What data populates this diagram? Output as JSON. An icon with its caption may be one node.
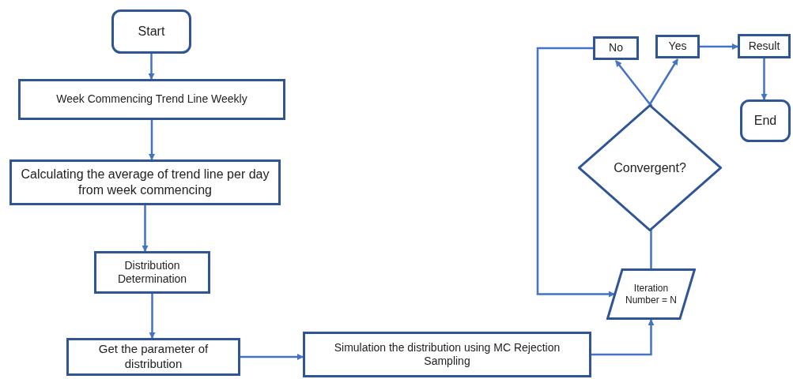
{
  "diagram": {
    "nodes": [
      {
        "text": [
          "Start"
        ]
      },
      {
        "text": [
          "Week Commencing Trend Line Weekly"
        ]
      },
      {
        "text": [
          "Calculating the average of trend line per day from week commencing"
        ]
      },
      {
        "text": [
          "Distribution Determination"
        ]
      },
      {
        "text": [
          "Get the parameter of distribution"
        ]
      },
      {
        "text": [
          "Simulation the distribution using MC Rejection Sampling"
        ]
      },
      {
        "text": [
          "Iteration Number = N"
        ]
      },
      {
        "text": [
          "Convergent?"
        ]
      },
      {
        "text": [
          "No"
        ]
      },
      {
        "text": [
          "Yes"
        ]
      },
      {
        "text": [
          "Result"
        ]
      },
      {
        "text": [
          "End"
        ]
      }
    ],
    "edges": [
      {
        "from": 0,
        "to": 1,
        "arrow": "to"
      },
      {
        "from": 1,
        "to": 2,
        "arrow": "to"
      },
      {
        "from": 2,
        "to": 3,
        "arrow": "to"
      },
      {
        "from": 3,
        "to": 4,
        "arrow": "to"
      },
      {
        "from": 4,
        "to": 5,
        "arrow": "to"
      },
      {
        "from": 5,
        "to": 6,
        "arrow": "to"
      },
      {
        "from": 6,
        "to": 7,
        "arrow": "to"
      },
      {
        "from": 7,
        "to": 8,
        "arrow": "to"
      },
      {
        "from": 7,
        "to": 9,
        "arrow": "to"
      },
      {
        "from": 9,
        "to": 10,
        "arrow": "to"
      },
      {
        "from": 10,
        "to": 11,
        "arrow": "to"
      },
      {
        "from": 8,
        "to": 6,
        "arrow": "to"
      }
    ]
  }
}
